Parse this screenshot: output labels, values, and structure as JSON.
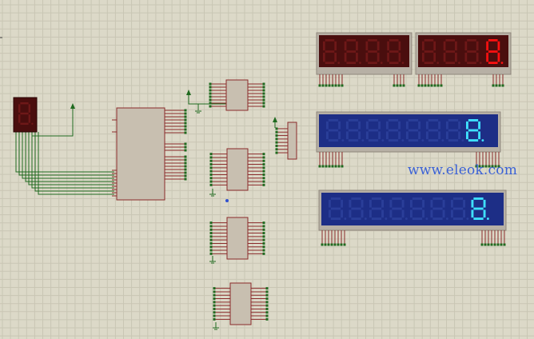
{
  "watermark": "www.eleok.com",
  "colors": {
    "grid": "#c9c6b4",
    "grid_major": "#bcb9a6",
    "background": "#dcd9c8",
    "wire": "#1f6a1f",
    "chip_fill": "#c8bfb0",
    "chip_border": "#8a2a2a",
    "pin": "#8a2a2a",
    "pin_dot": "#1f6a1f",
    "red_display_bg": "#4a0e0e",
    "red_segment_off": "#6e1818",
    "red_segment_on": "#ff1010",
    "blue_display_bg": "#1d2e86",
    "blue_segment_off": "#2a3e99",
    "blue_segment_on": "#3fe0ff",
    "frame": "#b7b0a5"
  },
  "displays": {
    "single_red": {
      "digits": 1,
      "lit": []
    },
    "red_left": {
      "digits": 4,
      "lit": []
    },
    "red_right": {
      "digits": 4,
      "lit": [
        3
      ],
      "lit_value": "8"
    },
    "blue_top": {
      "digits": 8,
      "lit": [
        7
      ],
      "lit_value": "8"
    },
    "blue_bottom": {
      "digits": 8,
      "lit": [
        7
      ],
      "lit_value": "8"
    }
  }
}
